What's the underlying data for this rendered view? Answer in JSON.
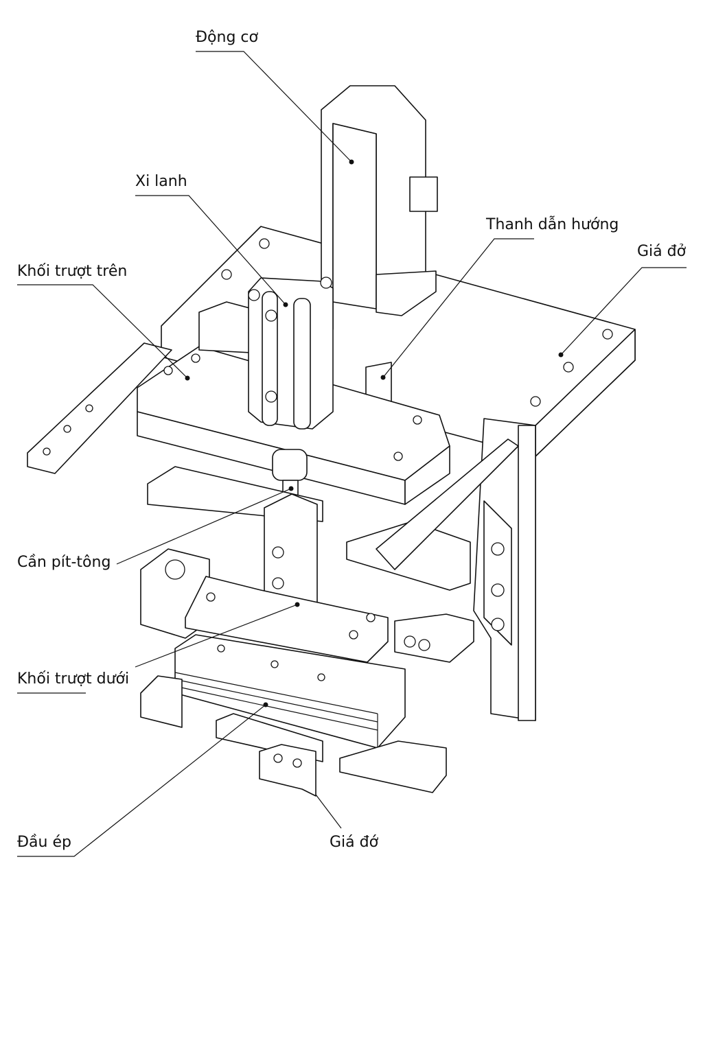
{
  "labels": {
    "motor": "Động cơ",
    "cylinder": "Xi lanh",
    "guide_rod": "Thanh dẫn hướng",
    "frame_right": "Giá đở",
    "upper_slide_block": "Khối trượt trên",
    "piston_rod": "Cần pít-tông",
    "lower_slide_block": "Khối trượt dưới",
    "press_head": "Đầu ép",
    "frame_bottom": "Giá đớ"
  },
  "colors": {
    "line": "#111111",
    "background": "#ffffff"
  }
}
